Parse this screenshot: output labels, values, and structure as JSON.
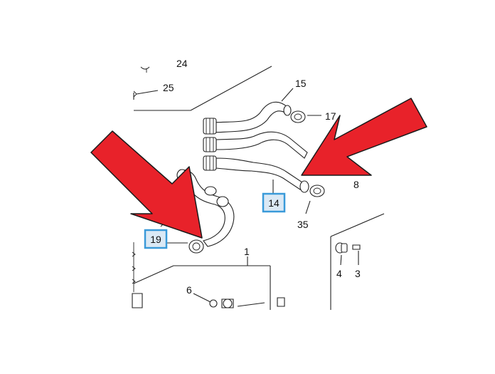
{
  "colors": {
    "arrow_fill": "#e8222a",
    "arrow_stroke": "#1a1a1a",
    "callout_fill": "#dbe9f5",
    "callout_border": "#3a9ad9",
    "line": "#222222"
  },
  "part_labels": {
    "p25": "25",
    "p15": "15",
    "p17": "17",
    "p8": "8",
    "p35": "35",
    "p1": "1",
    "p4": "4",
    "p3": "3",
    "p6": "6",
    "p24": "24"
  },
  "callouts": {
    "c14": "14",
    "c19": "19"
  }
}
